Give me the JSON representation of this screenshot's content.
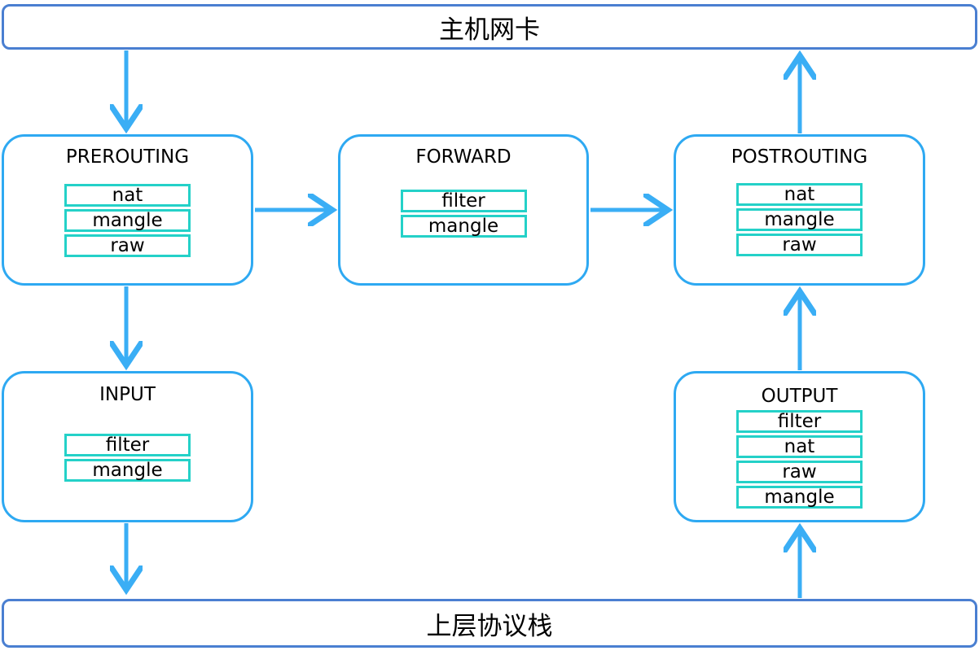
{
  "top_bar": {
    "label": "主机网卡"
  },
  "bottom_bar": {
    "label": "上层协议栈"
  },
  "chains": {
    "prerouting": {
      "title": "PREROUTING",
      "tables": [
        "nat",
        "mangle",
        "raw"
      ]
    },
    "forward": {
      "title": "FORWARD",
      "tables": [
        "filter",
        "mangle"
      ]
    },
    "postrouting": {
      "title": "POSTROUTING",
      "tables": [
        "nat",
        "mangle",
        "raw"
      ]
    },
    "input": {
      "title": "INPUT",
      "tables": [
        "filter",
        "mangle"
      ]
    },
    "output": {
      "title": "OUTPUT",
      "tables": [
        "filter",
        "nat",
        "raw",
        "mangle"
      ]
    }
  },
  "colors": {
    "bar_border": "#4a7fd1",
    "chain_border": "#2ea9f2",
    "table_border": "#24d1c8",
    "arrow": "#3aaef5"
  }
}
